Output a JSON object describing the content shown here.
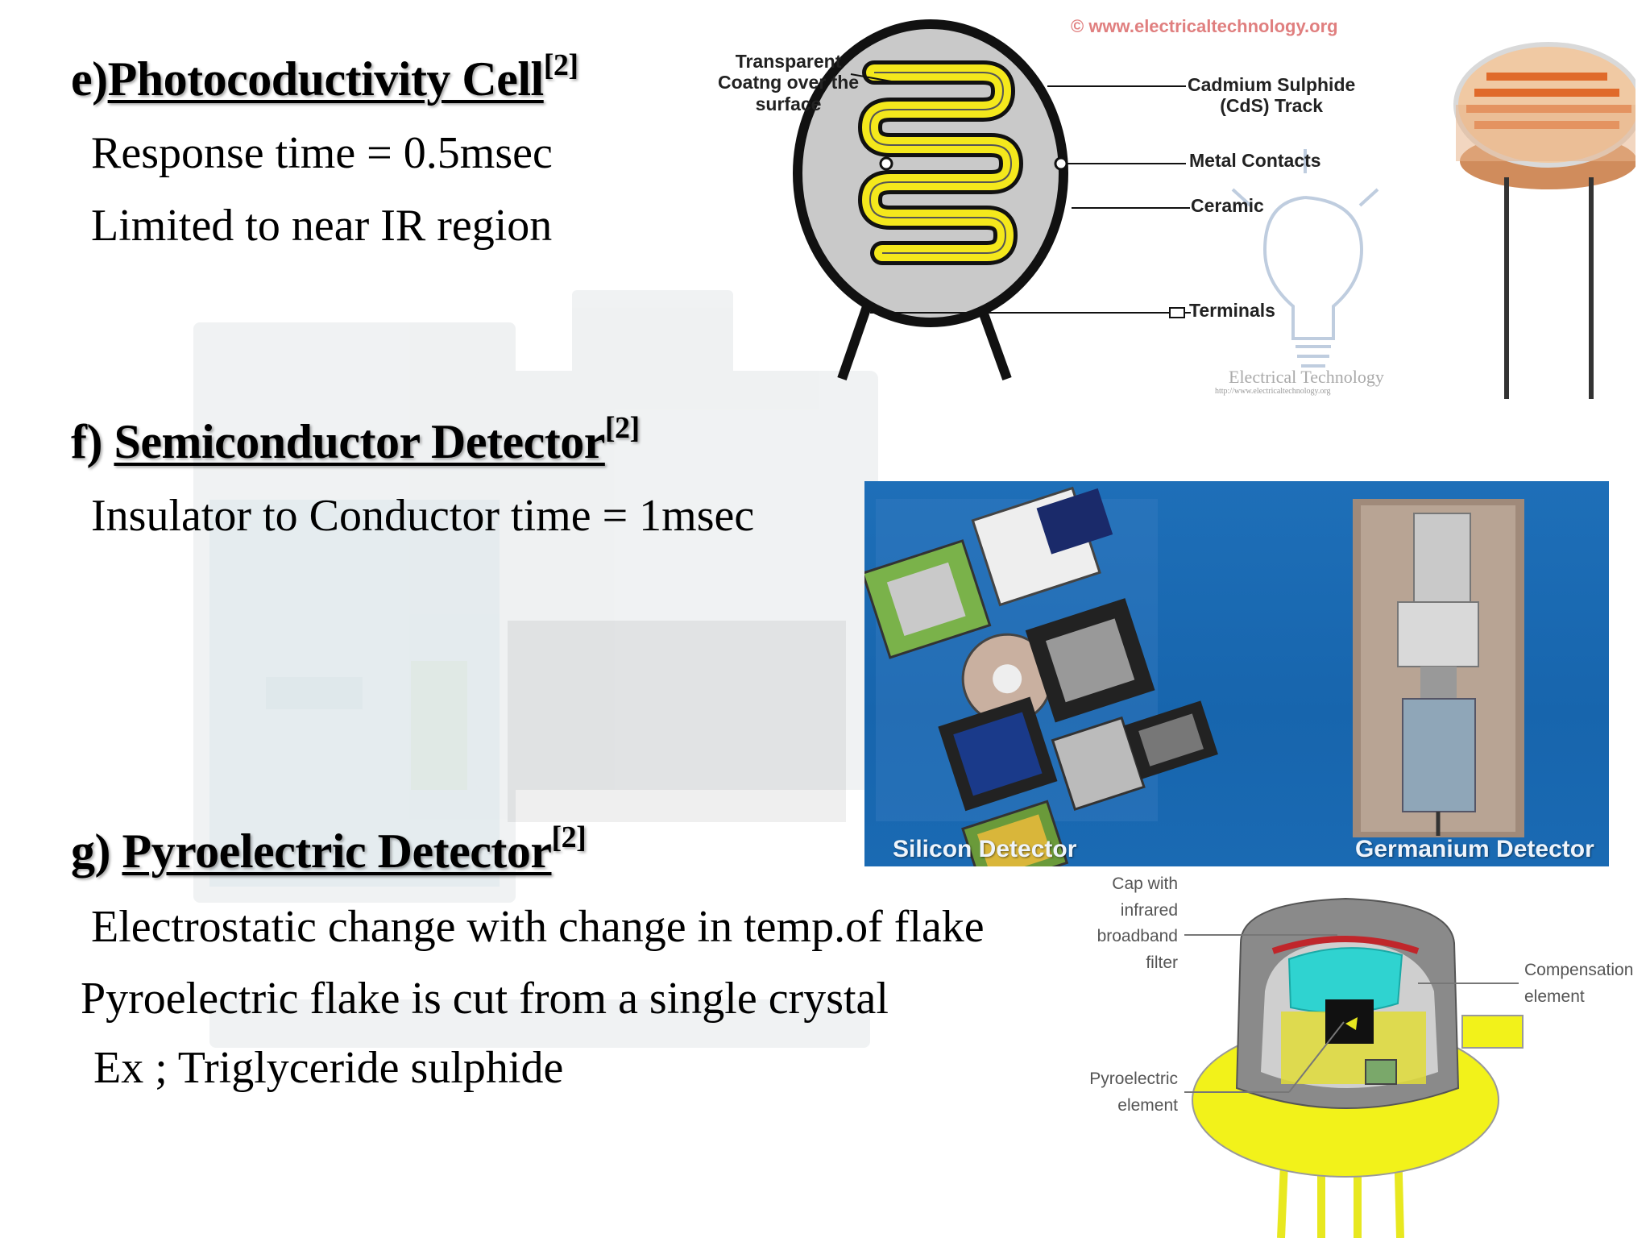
{
  "sections": [
    {
      "heading_prefix": "e)",
      "heading_title": "Photocoductivity Cell",
      "heading_ref": "[2]",
      "lines": [
        "Response time = 0.5msec",
        "Limited to near IR region"
      ]
    },
    {
      "heading_prefix": "f) ",
      "heading_title": "Semiconductor Detector",
      "heading_ref": "[2]",
      "lines": [
        "Insulator to Conductor time = 1msec"
      ]
    },
    {
      "heading_prefix": "g) ",
      "heading_title": "Pyroelectric Detector",
      "heading_ref": "[2]",
      "lines": [
        "Electrostatic change with change in temp.of flake",
        "Pyroelectric flake is cut from a single crystal",
        "Ex ; Triglyceride sulphide"
      ]
    }
  ],
  "photocell_diagram": {
    "watermark": "© www.electricaltechnology.org",
    "label_coating": [
      "Transparent",
      "Coatng over the",
      "surface"
    ],
    "label_track": [
      "Cadmium Sulphide",
      "(CdS) Track"
    ],
    "label_contacts": "Metal Contacts",
    "label_ceramic": "Ceramic",
    "label_terminals": "Terminals",
    "footer_brand": "Electrical Technology",
    "footer_url": "http://www.electricaltechnology.org",
    "track_color": "#f4e81c",
    "body_color": "#c9c9c9"
  },
  "semiconductor_image": {
    "caption_left": "Silicon Detector",
    "caption_right": "Germanium Detector",
    "panel_color": "#1b69b1"
  },
  "pyro_diagram": {
    "label_cap": [
      "Cap with",
      "infrared",
      "broadband",
      "filter"
    ],
    "label_pyro": [
      "Pyroelectric",
      "element"
    ],
    "label_comp": [
      "Compensation",
      "element"
    ],
    "filter_color": "#2fd3d0",
    "base_color": "#f2f21a"
  }
}
